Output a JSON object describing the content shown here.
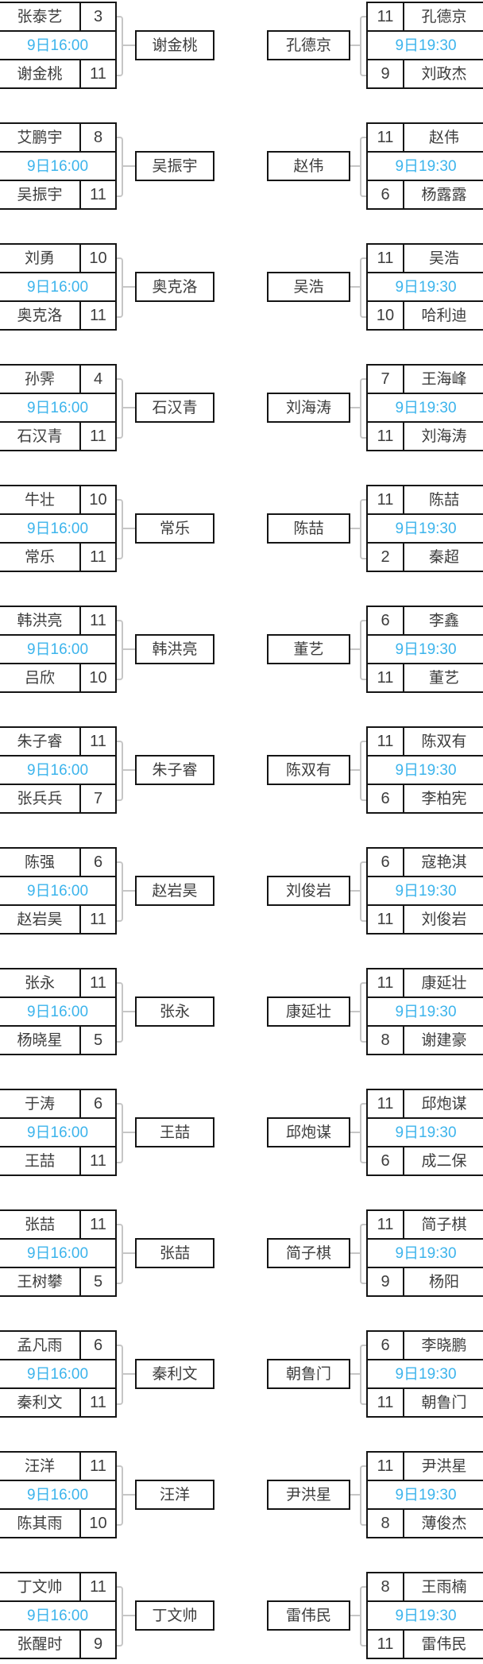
{
  "colors": {
    "border": "#151515",
    "time_text": "#3cb4ec",
    "connector": "#c6c6c6",
    "player_text": "#3d3d3d"
  },
  "round_times": {
    "left_round": "9日16:00",
    "right_round": "9日19:30"
  },
  "matches": [
    {
      "left": {
        "p1": "张泰艺",
        "s1": "3",
        "time": "9日16:00",
        "p2": "谢金桃",
        "s2": "11",
        "winner": "谢金桃"
      },
      "right": {
        "s1": "11",
        "p1": "孔德京",
        "time": "9日19:30",
        "s2": "9",
        "p2": "刘政杰",
        "winner": "孔德京"
      }
    },
    {
      "left": {
        "p1": "艾鹏宇",
        "s1": "8",
        "time": "9日16:00",
        "p2": "吴振宇",
        "s2": "11",
        "winner": "吴振宇"
      },
      "right": {
        "s1": "11",
        "p1": "赵伟",
        "time": "9日19:30",
        "s2": "6",
        "p2": "杨露露",
        "winner": "赵伟"
      }
    },
    {
      "left": {
        "p1": "刘勇",
        "s1": "10",
        "time": "9日16:00",
        "p2": "奥克洛",
        "s2": "11",
        "winner": "奥克洛"
      },
      "right": {
        "s1": "11",
        "p1": "吴浩",
        "time": "9日19:30",
        "s2": "10",
        "p2": "哈利迪",
        "winner": "吴浩"
      }
    },
    {
      "left": {
        "p1": "孙霁",
        "s1": "4",
        "time": "9日16:00",
        "p2": "石汉青",
        "s2": "11",
        "winner": "石汉青"
      },
      "right": {
        "s1": "7",
        "p1": "王海峰",
        "time": "9日19:30",
        "s2": "11",
        "p2": "刘海涛",
        "winner": "刘海涛"
      }
    },
    {
      "left": {
        "p1": "牛壮",
        "s1": "10",
        "time": "9日16:00",
        "p2": "常乐",
        "s2": "11",
        "winner": "常乐"
      },
      "right": {
        "s1": "11",
        "p1": "陈喆",
        "time": "9日19:30",
        "s2": "2",
        "p2": "秦超",
        "winner": "陈喆"
      }
    },
    {
      "left": {
        "p1": "韩洪亮",
        "s1": "11",
        "time": "9日16:00",
        "p2": "吕欣",
        "s2": "10",
        "winner": "韩洪亮"
      },
      "right": {
        "s1": "6",
        "p1": "李鑫",
        "time": "9日19:30",
        "s2": "11",
        "p2": "董艺",
        "winner": "董艺"
      }
    },
    {
      "left": {
        "p1": "朱子睿",
        "s1": "11",
        "time": "9日16:00",
        "p2": "张兵兵",
        "s2": "7",
        "winner": "朱子睿"
      },
      "right": {
        "s1": "11",
        "p1": "陈双有",
        "time": "9日19:30",
        "s2": "6",
        "p2": "李柏宪",
        "winner": "陈双有"
      }
    },
    {
      "left": {
        "p1": "陈强",
        "s1": "6",
        "time": "9日16:00",
        "p2": "赵岩昊",
        "s2": "11",
        "winner": "赵岩昊"
      },
      "right": {
        "s1": "6",
        "p1": "寇艳淇",
        "time": "9日19:30",
        "s2": "11",
        "p2": "刘俊岩",
        "winner": "刘俊岩"
      }
    },
    {
      "left": {
        "p1": "张永",
        "s1": "11",
        "time": "9日16:00",
        "p2": "杨晓星",
        "s2": "5",
        "winner": "张永"
      },
      "right": {
        "s1": "11",
        "p1": "康延壮",
        "time": "9日19:30",
        "s2": "8",
        "p2": "谢建豪",
        "winner": "康延壮"
      }
    },
    {
      "left": {
        "p1": "于涛",
        "s1": "6",
        "time": "9日16:00",
        "p2": "王喆",
        "s2": "11",
        "winner": "王喆"
      },
      "right": {
        "s1": "11",
        "p1": "邱炮谋",
        "time": "9日19:30",
        "s2": "6",
        "p2": "成二保",
        "winner": "邱炮谋"
      }
    },
    {
      "left": {
        "p1": "张喆",
        "s1": "11",
        "time": "9日16:00",
        "p2": "王树攀",
        "s2": "5",
        "winner": "张喆"
      },
      "right": {
        "s1": "11",
        "p1": "简子棋",
        "time": "9日19:30",
        "s2": "9",
        "p2": "杨阳",
        "winner": "简子棋"
      }
    },
    {
      "left": {
        "p1": "孟凡雨",
        "s1": "6",
        "time": "9日16:00",
        "p2": "秦利文",
        "s2": "11",
        "winner": "秦利文"
      },
      "right": {
        "s1": "6",
        "p1": "李晓鹏",
        "time": "9日19:30",
        "s2": "11",
        "p2": "朝鲁门",
        "winner": "朝鲁门"
      }
    },
    {
      "left": {
        "p1": "汪洋",
        "s1": "11",
        "time": "9日16:00",
        "p2": "陈其雨",
        "s2": "10",
        "winner": "汪洋"
      },
      "right": {
        "s1": "11",
        "p1": "尹洪星",
        "time": "9日19:30",
        "s2": "8",
        "p2": "薄俊杰",
        "winner": "尹洪星"
      }
    },
    {
      "left": {
        "p1": "丁文帅",
        "s1": "11",
        "time": "9日16:00",
        "p2": "张醒时",
        "s2": "9",
        "winner": "丁文帅"
      },
      "right": {
        "s1": "8",
        "p1": "王雨楠",
        "time": "9日19:30",
        "s2": "11",
        "p2": "雷伟民",
        "winner": "雷伟民"
      }
    }
  ]
}
